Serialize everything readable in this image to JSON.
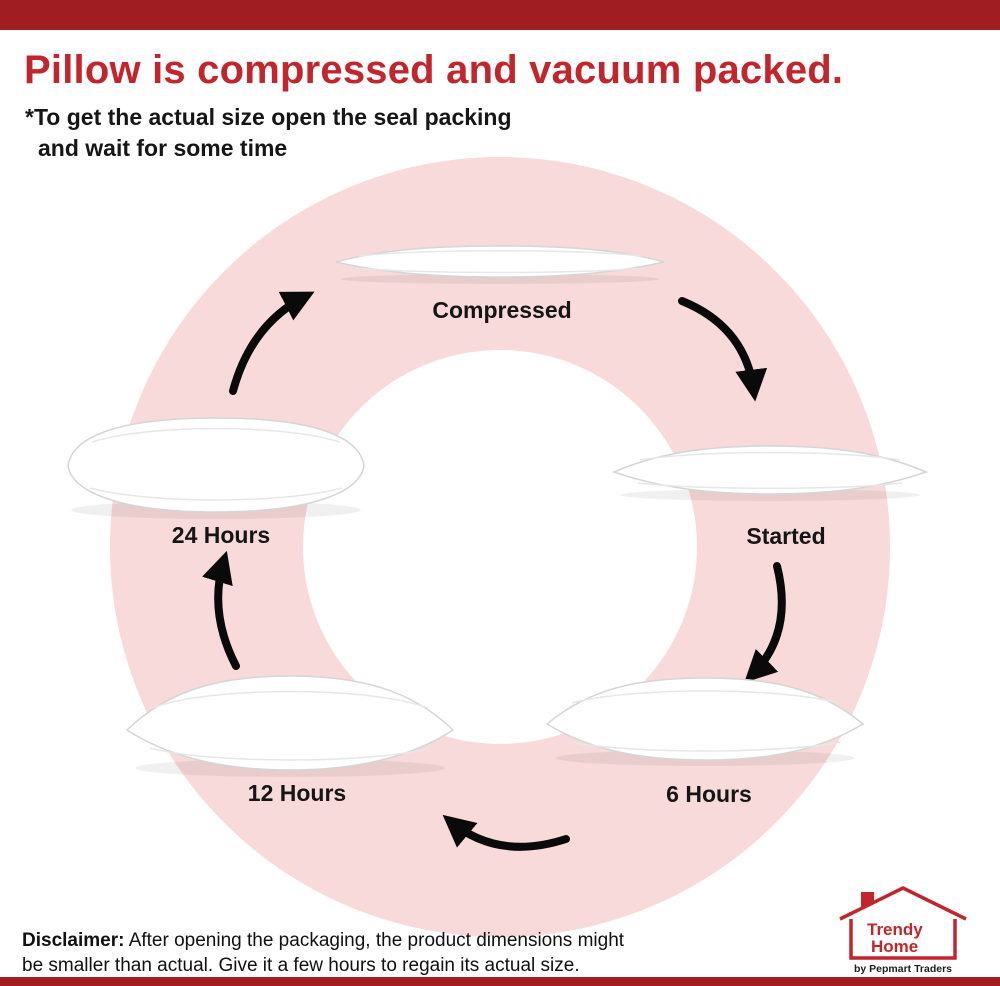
{
  "header": {
    "title": "Pillow is compressed and vacuum packed.",
    "subtitle_line1": "*To get the actual size open the seal packing",
    "subtitle_line2": "and wait for some time"
  },
  "cycle": {
    "stages": [
      {
        "label": "Compressed"
      },
      {
        "label": "Started"
      },
      {
        "label": "6 Hours"
      },
      {
        "label": "12 Hours"
      },
      {
        "label": "24 Hours"
      }
    ]
  },
  "disclaimer": {
    "label": "Disclaimer:",
    "line1": "After opening the packaging, the product dimensions might",
    "line2": "be smaller than actual. Give it a few hours to regain its actual size."
  },
  "logo": {
    "brand_line1": "Trendy",
    "brand_line2": "Home",
    "tagline": "by Pepmart Traders"
  },
  "colors": {
    "title_red": "#c2262c",
    "bar_red": "#a01d21",
    "ring_pink": "#f8dada",
    "arrow_black": "#0a0a0a"
  }
}
